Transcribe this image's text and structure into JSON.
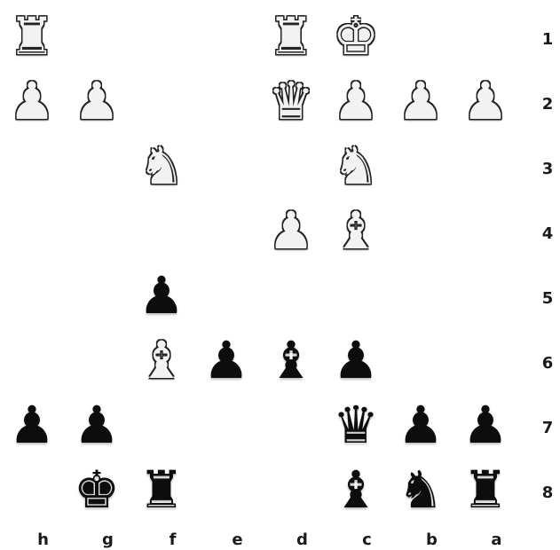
{
  "orientation": "black-perspective",
  "files": [
    "h",
    "g",
    "f",
    "e",
    "d",
    "c",
    "b",
    "a"
  ],
  "ranks": [
    "1",
    "2",
    "3",
    "4",
    "5",
    "6",
    "7",
    "8"
  ],
  "pieces": [
    {
      "square": "h1",
      "color": "white",
      "type": "rook",
      "icon": "white-rook-icon"
    },
    {
      "square": "d1",
      "color": "white",
      "type": "rook",
      "icon": "white-rook-icon"
    },
    {
      "square": "c1",
      "color": "white",
      "type": "king",
      "icon": "white-king-icon"
    },
    {
      "square": "h2",
      "color": "white",
      "type": "pawn",
      "icon": "white-pawn-icon"
    },
    {
      "square": "g2",
      "color": "white",
      "type": "pawn",
      "icon": "white-pawn-icon"
    },
    {
      "square": "d2",
      "color": "white",
      "type": "queen",
      "icon": "white-queen-icon"
    },
    {
      "square": "c2",
      "color": "white",
      "type": "pawn",
      "icon": "white-pawn-icon"
    },
    {
      "square": "b2",
      "color": "white",
      "type": "pawn",
      "icon": "white-pawn-icon"
    },
    {
      "square": "a2",
      "color": "white",
      "type": "pawn",
      "icon": "white-pawn-icon"
    },
    {
      "square": "f3",
      "color": "white",
      "type": "knight",
      "icon": "white-knight-icon"
    },
    {
      "square": "c3",
      "color": "white",
      "type": "knight",
      "icon": "white-knight-icon"
    },
    {
      "square": "d4",
      "color": "white",
      "type": "pawn",
      "icon": "white-pawn-icon"
    },
    {
      "square": "c4",
      "color": "white",
      "type": "bishop",
      "icon": "white-bishop-icon"
    },
    {
      "square": "f5",
      "color": "black",
      "type": "pawn",
      "icon": "black-pawn-icon"
    },
    {
      "square": "f6",
      "color": "white",
      "type": "bishop",
      "icon": "white-bishop-icon"
    },
    {
      "square": "e6",
      "color": "black",
      "type": "pawn",
      "icon": "black-pawn-icon"
    },
    {
      "square": "d6",
      "color": "black",
      "type": "bishop",
      "icon": "black-bishop-icon"
    },
    {
      "square": "c6",
      "color": "black",
      "type": "pawn",
      "icon": "black-pawn-icon"
    },
    {
      "square": "h7",
      "color": "black",
      "type": "pawn",
      "icon": "black-pawn-icon"
    },
    {
      "square": "g7",
      "color": "black",
      "type": "pawn",
      "icon": "black-pawn-icon"
    },
    {
      "square": "c7",
      "color": "black",
      "type": "queen",
      "icon": "black-queen-icon"
    },
    {
      "square": "b7",
      "color": "black",
      "type": "pawn",
      "icon": "black-pawn-icon"
    },
    {
      "square": "a7",
      "color": "black",
      "type": "pawn",
      "icon": "black-pawn-icon"
    },
    {
      "square": "g8",
      "color": "black",
      "type": "king",
      "icon": "black-king-icon"
    },
    {
      "square": "f8",
      "color": "black",
      "type": "rook",
      "icon": "black-rook-icon"
    },
    {
      "square": "c8",
      "color": "black",
      "type": "bishop",
      "icon": "black-bishop-icon"
    },
    {
      "square": "b8",
      "color": "black",
      "type": "knight",
      "icon": "black-knight-icon"
    },
    {
      "square": "a8",
      "color": "black",
      "type": "rook",
      "icon": "black-rook-icon"
    }
  ]
}
